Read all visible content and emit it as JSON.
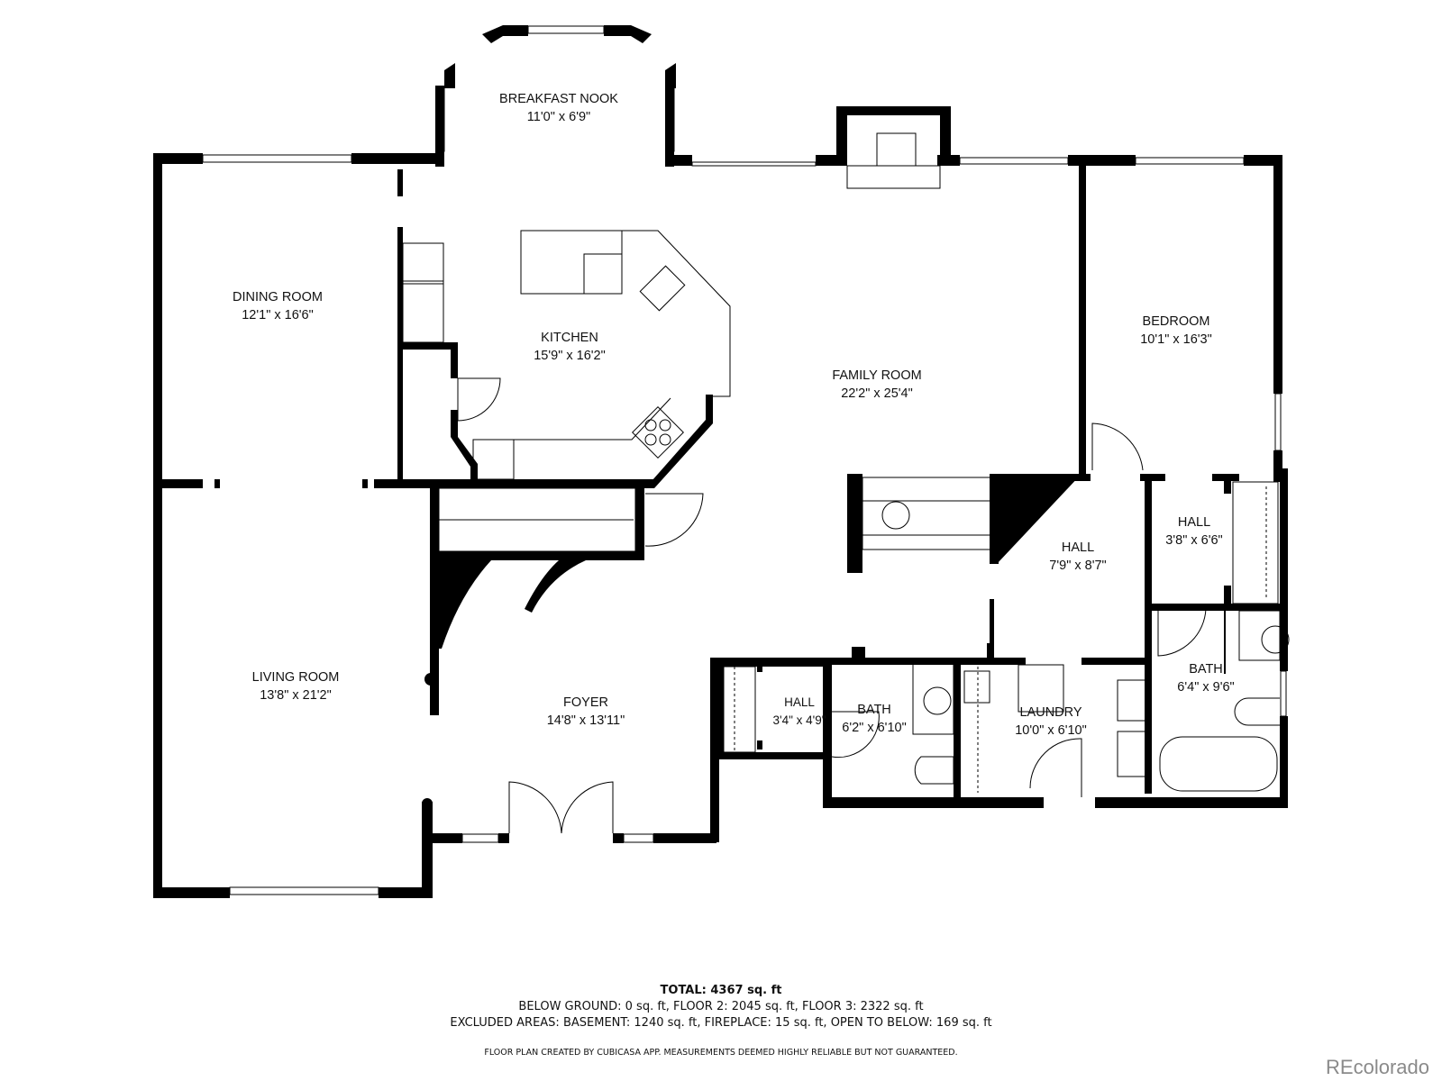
{
  "floor_plan": {
    "rooms": [
      {
        "id": "breakfast-nook",
        "name": "BREAKFAST NOOK",
        "dims": "11'0\" x 6'9\""
      },
      {
        "id": "dining-room",
        "name": "DINING ROOM",
        "dims": "12'1\" x 16'6\""
      },
      {
        "id": "kitchen",
        "name": "KITCHEN",
        "dims": "15'9\" x 16'2\""
      },
      {
        "id": "family-room",
        "name": "FAMILY ROOM",
        "dims": "22'2\" x 25'4\""
      },
      {
        "id": "bedroom",
        "name": "BEDROOM",
        "dims": "10'1\" x 16'3\""
      },
      {
        "id": "hall-center",
        "name": "HALL",
        "dims": "7'9\" x 8'7\""
      },
      {
        "id": "hall-right",
        "name": "HALL",
        "dims": "3'8\" x 6'6\""
      },
      {
        "id": "living-room",
        "name": "LIVING ROOM",
        "dims": "13'8\" x 21'2\""
      },
      {
        "id": "foyer",
        "name": "FOYER",
        "dims": "14'8\" x 13'11\""
      },
      {
        "id": "hall-small",
        "name": "HALL",
        "dims": "3'4\" x 4'9\""
      },
      {
        "id": "bath-left",
        "name": "BATH",
        "dims": "6'2\" x 6'10\""
      },
      {
        "id": "laundry",
        "name": "LAUNDRY",
        "dims": "10'0\" x 6'10\""
      },
      {
        "id": "bath-right",
        "name": "BATH",
        "dims": "6'4\" x 9'6\""
      }
    ]
  },
  "summary": {
    "total": "TOTAL: 4367 sq. ft",
    "floors": "BELOW GROUND: 0 sq. ft, FLOOR 2: 2045 sq. ft, FLOOR 3: 2322 sq. ft",
    "excluded": "EXCLUDED AREAS: BASEMENT: 1240 sq. ft, FIREPLACE: 15 sq. ft, OPEN TO BELOW: 169 sq. ft",
    "disclaimer": "FLOOR PLAN CREATED BY CUBICASA APP. MEASUREMENTS DEEMED HIGHLY RELIABLE BUT NOT GUARANTEED."
  },
  "watermark": "REcolorado",
  "colors": {
    "wall": "#000000",
    "background": "#ffffff",
    "watermark": "#8a8a8a"
  }
}
